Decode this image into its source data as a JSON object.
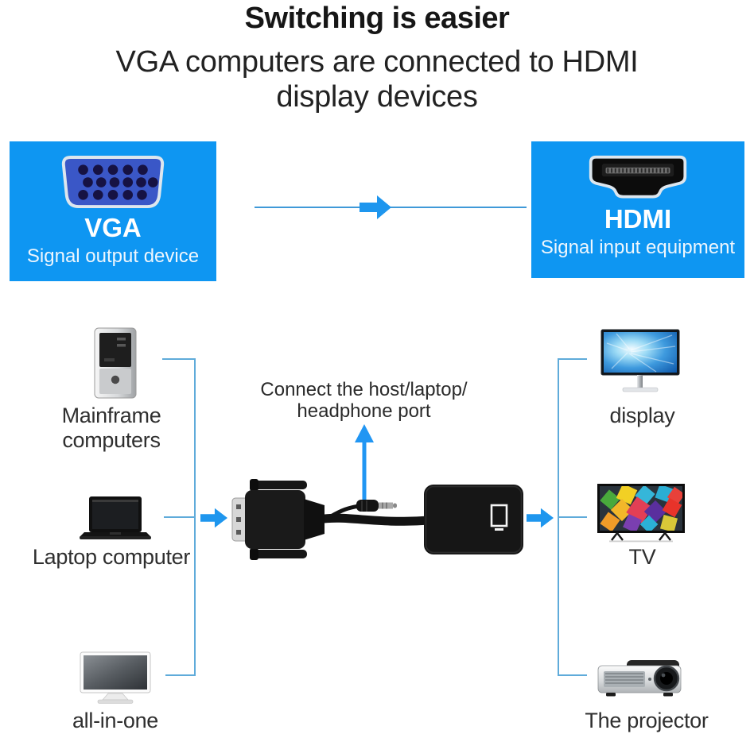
{
  "title": "Switching is easier",
  "subtitle": "VGA computers are connected to HDMI\ndisplay devices",
  "panels": {
    "source": {
      "icon": "vga-port-icon",
      "title": "VGA",
      "caption": "Signal output device"
    },
    "target": {
      "icon": "hdmi-port-icon",
      "title": "HDMI",
      "caption": "Signal input equipment"
    }
  },
  "flow": {
    "annotation": "Connect the host/laptop/\nheadphone port",
    "adapter_icon": "vga-to-hdmi-adapter-icon"
  },
  "sources": [
    {
      "icon": "tower-computer-icon",
      "label": "Mainframe\ncomputers"
    },
    {
      "icon": "laptop-icon",
      "label": "Laptop computer"
    },
    {
      "icon": "all-in-one-icon",
      "label": "all-in-one"
    }
  ],
  "targets": [
    {
      "icon": "monitor-icon",
      "label": "display"
    },
    {
      "icon": "tv-icon",
      "label": "TV"
    },
    {
      "icon": "projector-icon",
      "label": "The projector"
    }
  ],
  "colors": {
    "panel_blue": "#0e96f2",
    "arrow_blue": "#1e96ee",
    "connector_line": "#5fabda",
    "vga_plug_blue": "#3a57c7"
  }
}
